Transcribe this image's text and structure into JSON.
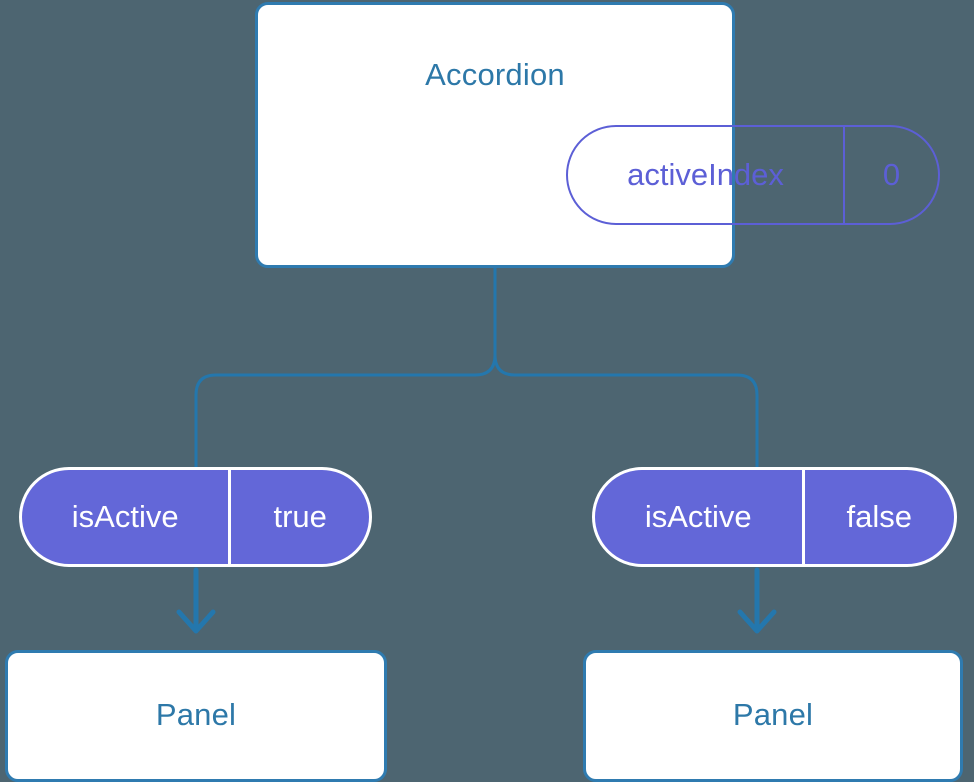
{
  "diagram": {
    "type": "component-state-tree",
    "background_color": "#4d6571",
    "accent_blue": "#2f7bb0",
    "title_blue": "#2d78a8",
    "pill_purple": "#5c5fd6",
    "pill_fill": "#6367d8",
    "connector_color": "#2477ad"
  },
  "root": {
    "label": "Accordion",
    "prop": {
      "key": "activeIndex",
      "value": "0"
    }
  },
  "children": [
    {
      "prop": {
        "key": "isActive",
        "value": "true"
      },
      "node": {
        "label": "Panel"
      }
    },
    {
      "prop": {
        "key": "isActive",
        "value": "false"
      },
      "node": {
        "label": "Panel"
      }
    }
  ],
  "icons": {
    "arrow_down": "arrow-down-icon",
    "tree_branch": "tree-branch-connector"
  }
}
